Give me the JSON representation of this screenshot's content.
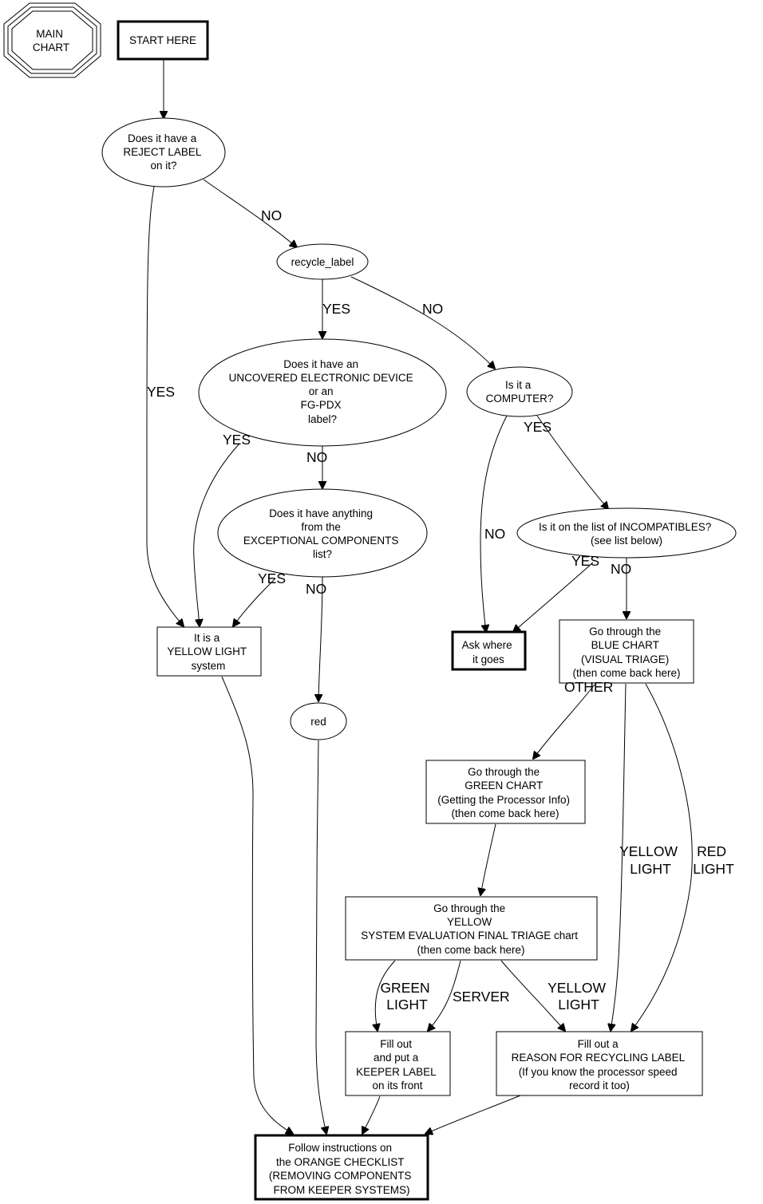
{
  "title": "MAIN CHART",
  "nodes": {
    "main_chart": [
      "MAIN",
      "CHART"
    ],
    "start": [
      "START HERE"
    ],
    "reject": [
      "Does it have a",
      "REJECT LABEL",
      "on it?"
    ],
    "recycle": [
      "recycle_label"
    ],
    "uncovered": [
      "Does it have an",
      "UNCOVERED ELECTRONIC DEVICE",
      "or an",
      "FG-PDX",
      "label?"
    ],
    "computer": [
      "Is it a",
      "COMPUTER?"
    ],
    "exceptional": [
      "Does it have anything",
      "from the",
      "EXCEPTIONAL COMPONENTS",
      "list?"
    ],
    "incompat": [
      "Is it on the list of INCOMPATIBLES?",
      "(see list below)"
    ],
    "yellow_light": [
      "It is a",
      "YELLOW LIGHT",
      "system"
    ],
    "ask": [
      "Ask where",
      "it goes"
    ],
    "blue": [
      "Go through the",
      "BLUE CHART",
      "(VISUAL TRIAGE)",
      "(then come back here)"
    ],
    "red": [
      "red"
    ],
    "green": [
      "Go through the",
      "GREEN CHART",
      "(Getting the Processor Info)",
      "(then come back here)"
    ],
    "yellow_chart": [
      "Go through the",
      "YELLOW",
      "SYSTEM EVALUATION FINAL TRIAGE chart",
      "(then come back here)"
    ],
    "keeper": [
      "Fill out",
      "and put a",
      "KEEPER LABEL",
      "on its front"
    ],
    "reason": [
      "Fill out a",
      "REASON FOR RECYCLING LABEL",
      "(If you know the processor speed",
      "record it too)"
    ],
    "orange": [
      "Follow instructions on",
      "the ORANGE CHECKLIST",
      "(REMOVING COMPONENTS",
      "FROM KEEPER SYSTEMS)"
    ]
  },
  "edge_labels": {
    "reject_no": [
      "NO"
    ],
    "reject_yes": [
      "YES"
    ],
    "recycle_yes": [
      "YES"
    ],
    "recycle_no": [
      "NO"
    ],
    "uncovered_yes": [
      "YES"
    ],
    "uncovered_no": [
      "NO"
    ],
    "computer_yes": [
      "YES"
    ],
    "computer_no": [
      "NO"
    ],
    "exceptional_yes": [
      "YES"
    ],
    "exceptional_no": [
      "NO"
    ],
    "incompat_yes": [
      "YES"
    ],
    "incompat_no": [
      "NO"
    ],
    "blue_other": [
      "OTHER"
    ],
    "blue_yellow": [
      "YELLOW",
      "LIGHT"
    ],
    "blue_red": [
      "RED",
      "LIGHT"
    ],
    "yc_green": [
      "GREEN",
      "LIGHT"
    ],
    "yc_server": [
      "SERVER"
    ],
    "yc_yellow": [
      "YELLOW",
      "LIGHT"
    ]
  }
}
